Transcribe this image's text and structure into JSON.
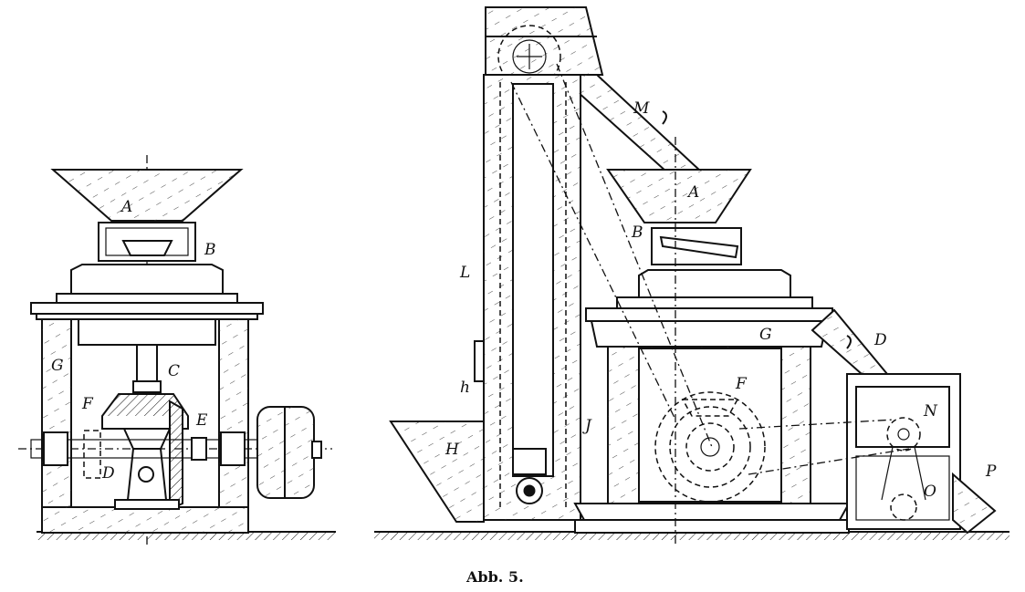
{
  "caption": "Abb. 5.",
  "labels": {
    "left": {
      "A": "A",
      "B": "B",
      "C": "C",
      "D": "D",
      "E": "E",
      "F": "F",
      "G": "G"
    },
    "right": {
      "A": "A",
      "B": "B",
      "D": "D",
      "F": "F",
      "G": "G",
      "H": "H",
      "J": "J",
      "L": "L",
      "M": "M",
      "N": "N",
      "O": "O",
      "P": "P",
      "h": "h"
    }
  }
}
